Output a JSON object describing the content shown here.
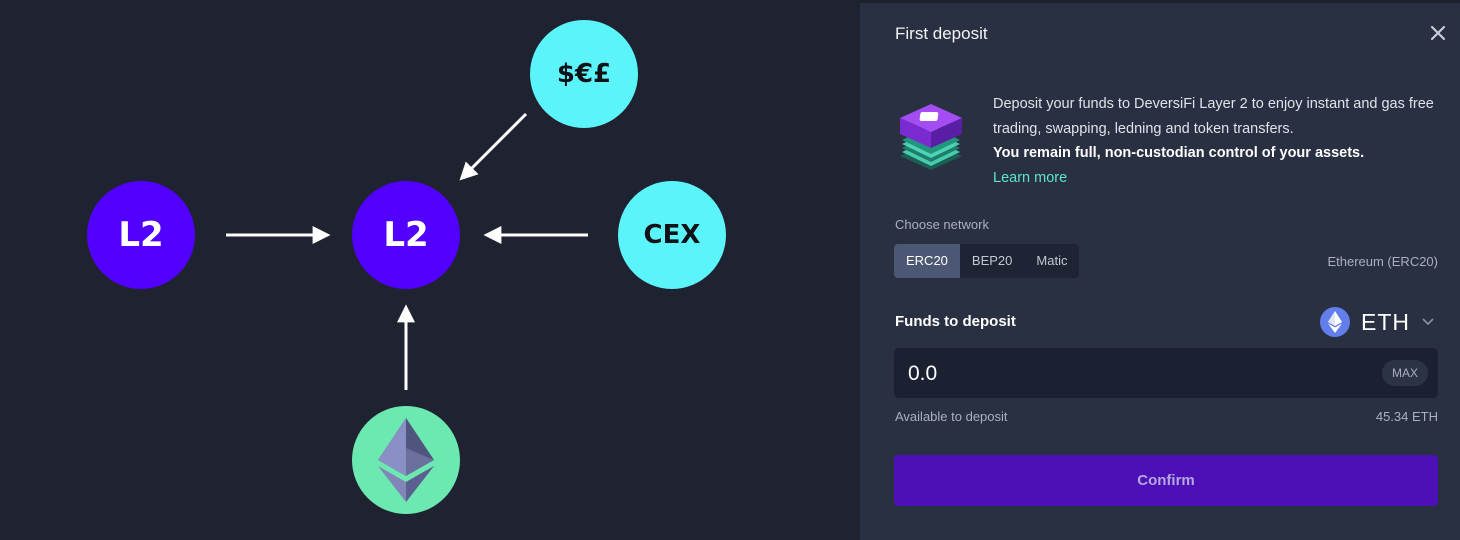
{
  "diagram": {
    "nodes": {
      "left": "L2",
      "center": "L2",
      "top": "$€£",
      "right": "CEX"
    }
  },
  "panel": {
    "title": "First deposit",
    "promo": {
      "text": "Deposit your funds to DeversiFi Layer 2 to enjoy instant and gas free trading, swapping, ledning and token transfers.",
      "bold": "You remain full, non-custodian control of your assets.",
      "link": "Learn more"
    },
    "network": {
      "label": "Choose network",
      "tabs": [
        "ERC20",
        "BEP20",
        "Matic"
      ],
      "selected": "Ethereum (ERC20)"
    },
    "funds": {
      "label": "Funds to deposit",
      "token": "ETH",
      "amount": "0.0",
      "max_label": "MAX",
      "available_label": "Available to deposit",
      "available_value": "45.34 ETH"
    },
    "confirm_label": "Confirm"
  }
}
